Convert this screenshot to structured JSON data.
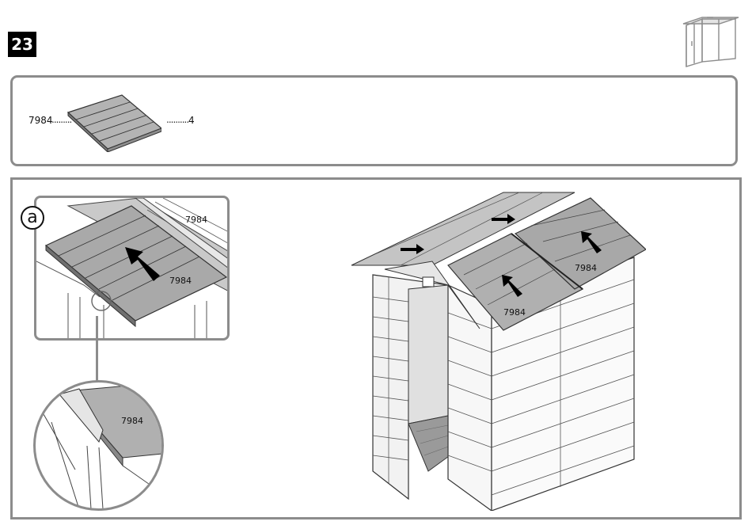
{
  "step": {
    "number": "23"
  },
  "parts": {
    "part_number": "7984",
    "dots_left": ".........",
    "dots_right": "..........",
    "quantity": "4"
  },
  "detail": {
    "letter": "a",
    "panel_label_top": "7984",
    "panel_label_front": "7984",
    "zoom_label": "7984"
  },
  "main_view": {
    "label_left": "7984",
    "label_right": "7984"
  }
}
